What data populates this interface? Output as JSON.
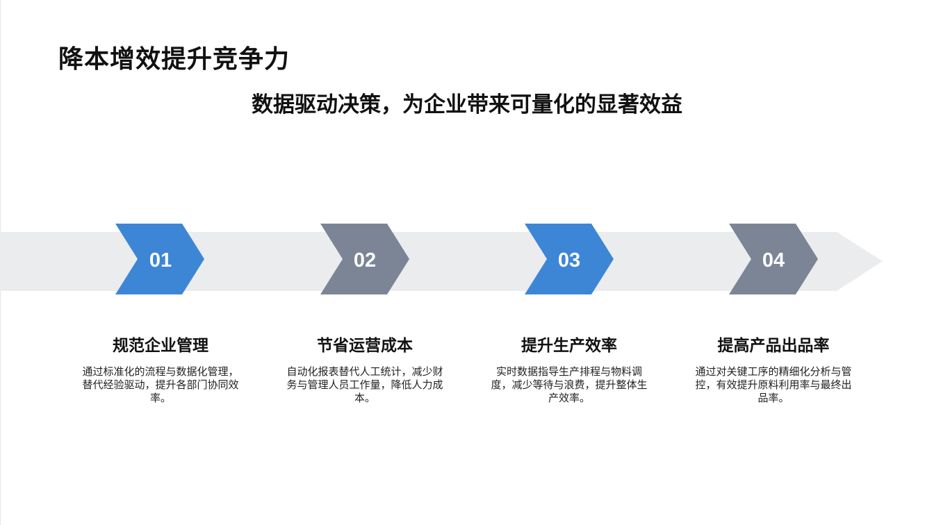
{
  "title": "降本增效提升竞争力",
  "subtitle": "数据驱动决策，为企业带来可量化的显著效益",
  "colors": {
    "blue": "#3d86d6",
    "gray": "#7b8595",
    "band": "#ebecee"
  },
  "steps": [
    {
      "number": "01",
      "title": "规范企业管理",
      "description": "通过标准化的流程与数据化管理，替代经验驱动，提升各部门协同效率。"
    },
    {
      "number": "02",
      "title": "节省运营成本",
      "description": "自动化报表替代人工统计，减少财务与管理人员工作量，降低人力成本。"
    },
    {
      "number": "03",
      "title": "提升生产效率",
      "description": "实时数据指导生产排程与物料调度，减少等待与浪费，提升整体生产效率。"
    },
    {
      "number": "04",
      "title": "提高产品出品率",
      "description": "通过对关键工序的精细化分析与管控，有效提升原料利用率与最终出品率。"
    }
  ]
}
